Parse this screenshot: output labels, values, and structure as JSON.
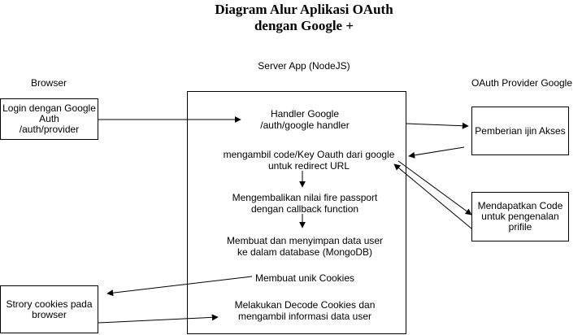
{
  "title": "Diagram Alur Aplikasi OAuth\ndengan Google +",
  "lanes": {
    "browser": "Browser",
    "server": "Server App (NodeJS)",
    "oauth": "OAuth Provider Google"
  },
  "browser_boxes": {
    "login": "Login dengan Google\nAuth\n/auth/provider",
    "cookies": "Strory cookies pada\nbrowser"
  },
  "server_steps": {
    "handler": "Handler Google\n/auth/google handler",
    "get_code": "mengambil code/Key Oauth dari google\nuntuk redirect URL",
    "passport": "Mengembalikan nilai fire passport\ndengan callback function",
    "save_user": "Membuat  dan menyimpan data user\nke dalam database (MongoDB)",
    "unique_cookie": "Membuat unik Cookies",
    "decode": "Melakukan Decode Cookies dan\nmengambil informasi data user"
  },
  "oauth_boxes": {
    "permission": "Pemberian ijin Akses",
    "get_profile": "Mendapatkan Code\nuntuk pengenalan\nprifile"
  }
}
